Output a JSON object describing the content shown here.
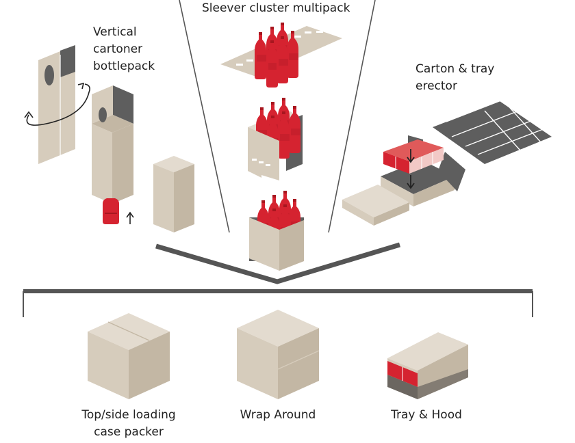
{
  "labels": {
    "vertical_cartoner": [
      "Vertical",
      "cartoner",
      "bottlepack"
    ],
    "sleever_cluster": "Sleever cluster multipack",
    "carton_tray_erector": [
      "Carton & tray",
      "erector"
    ],
    "top_side_loading": [
      "Top/side loading",
      "case packer"
    ],
    "wrap_around": "Wrap Around",
    "tray_hood": "Tray & Hood"
  },
  "colors": {
    "cardboard": "#d6ccbc",
    "cardboard_dark": "#c3b7a4",
    "cardboard_light": "#e3dbcf",
    "bottle_red": "#d52330",
    "bottle_red_dark": "#a8161f",
    "grey": "#5e5e5e",
    "line": "#555555"
  }
}
